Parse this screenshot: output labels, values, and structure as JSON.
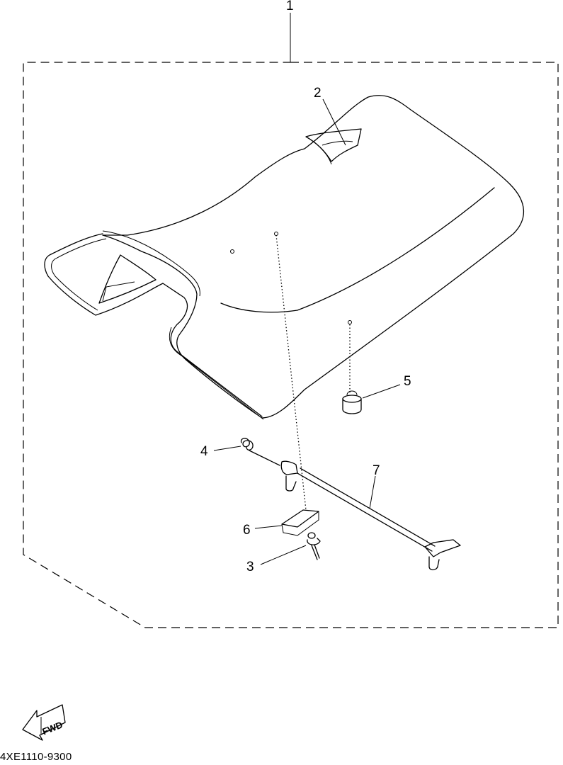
{
  "labels": {
    "p1": "1",
    "p2": "2",
    "p3": "3",
    "p4": "4",
    "p5": "5",
    "p6": "6",
    "p7": "7"
  },
  "fwd_label": "FWD",
  "diagram_code": "4XE1110-9300"
}
